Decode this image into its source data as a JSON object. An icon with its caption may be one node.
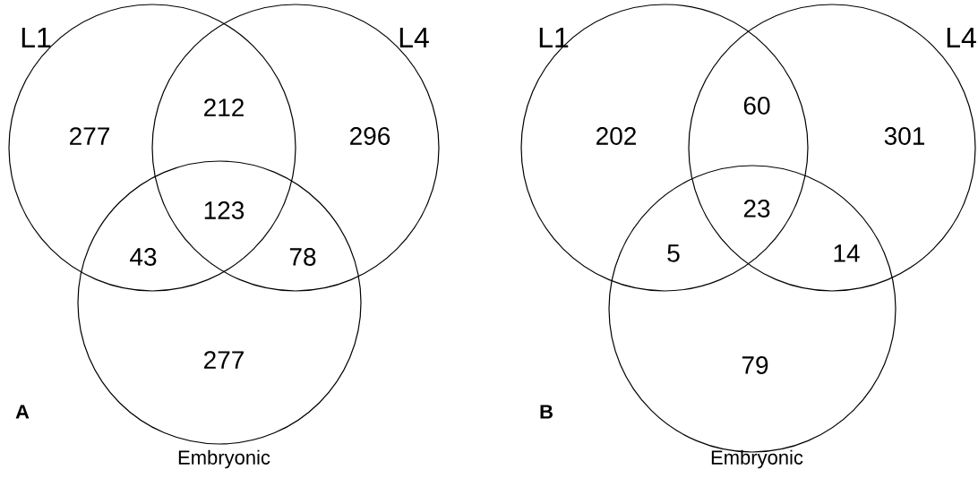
{
  "diagram": {
    "nodes": [
      {
        "text": [
          "L1"
        ]
      },
      {
        "text": [
          "L4"
        ]
      },
      {
        "text": [
          "Embryonic"
        ]
      },
      {
        "text": [
          "L1"
        ]
      },
      {
        "text": [
          "L4"
        ]
      },
      {
        "text": [
          "Embryonic"
        ]
      }
    ],
    "labels": [
      "277",
      "212",
      "296",
      "123",
      "43",
      "78",
      "277",
      "A",
      "202",
      "60",
      "301",
      "23",
      "5",
      "14",
      "79",
      "B"
    ]
  }
}
